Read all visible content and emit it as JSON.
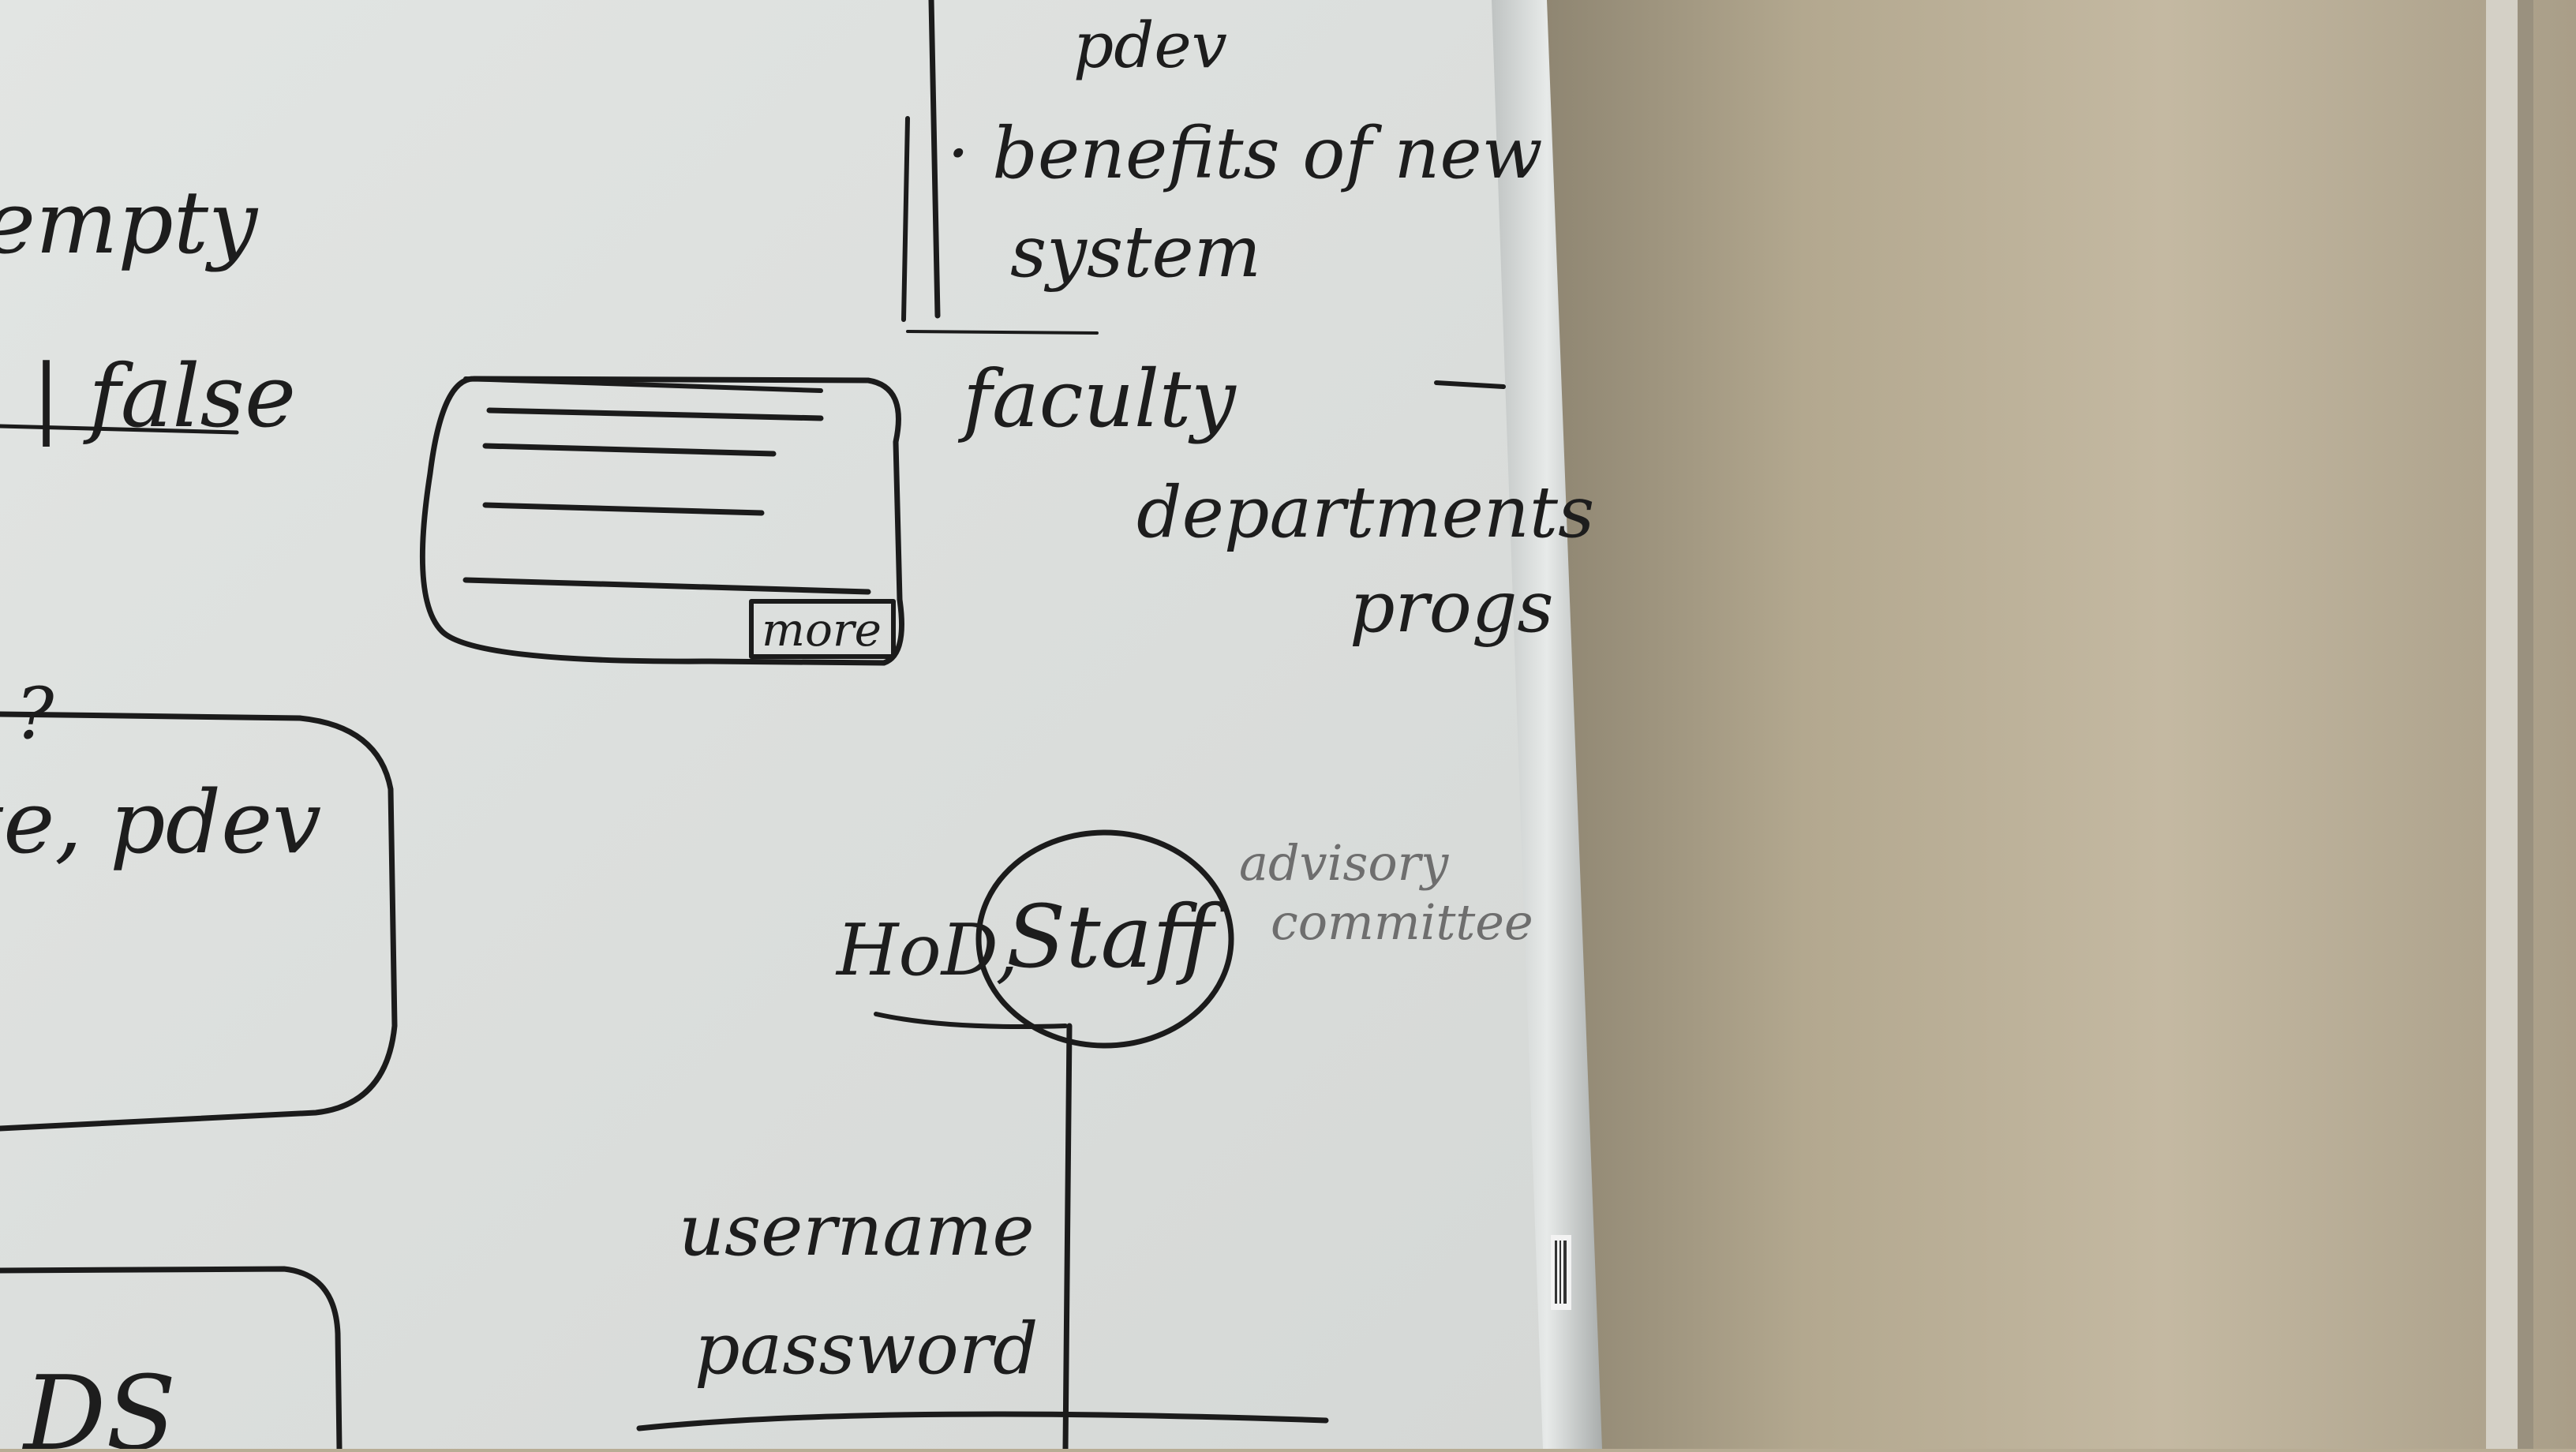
{
  "scene": {
    "description_free": true
  },
  "colors": {
    "board": "#dfe1df",
    "frame": "#c9cccb",
    "wall_light": "#bdb29b",
    "wall_dark": "#8f8470",
    "ink": "#1d1d1d",
    "faint_ink": "#6e6e6e"
  },
  "whiteboard": {
    "words": {
      "top_partial": "pdev",
      "benefits": "· benefits of new",
      "system": "system",
      "empty": "empty",
      "false": "| false",
      "faculty": "faculty",
      "department": "departments",
      "progs": "progs",
      "more_button": "more",
      "question_mark": "?",
      "left_partial": "te, pdev",
      "hod": "HoD,",
      "staff": "Staff",
      "advisory": "advisory",
      "committee": "committee",
      "username": "username",
      "password": "password",
      "ds": "DS"
    }
  }
}
